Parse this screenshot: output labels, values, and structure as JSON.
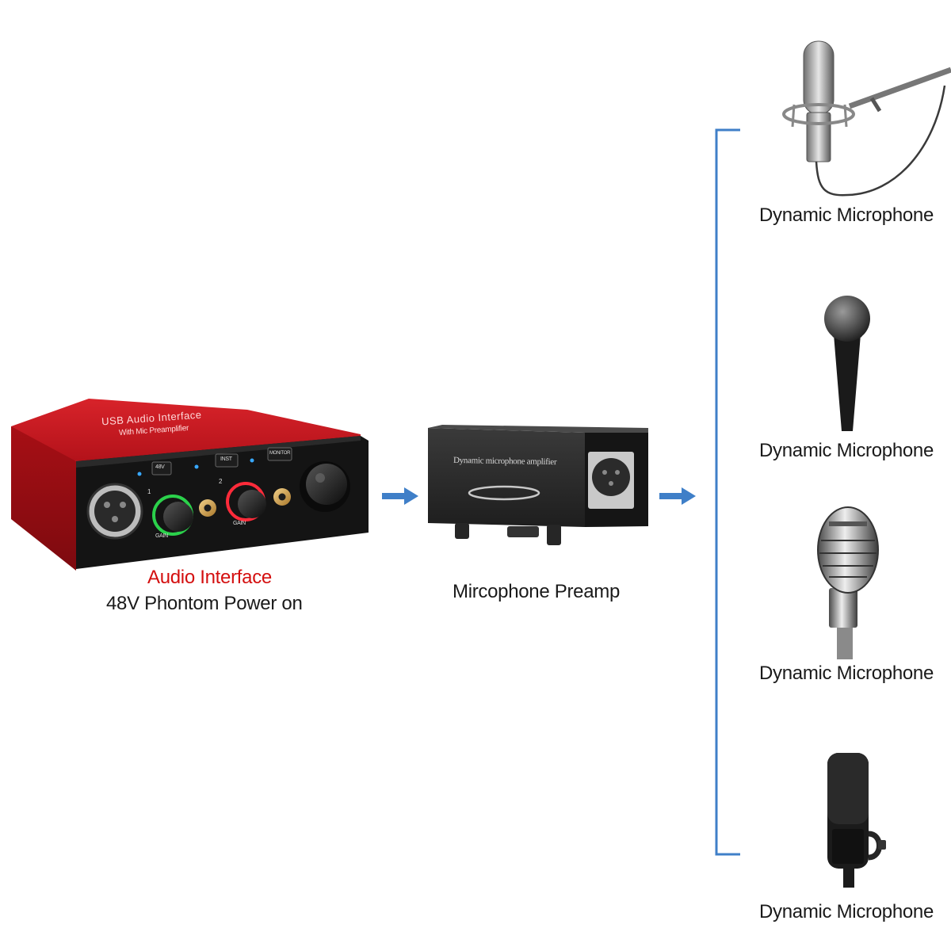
{
  "colors": {
    "accent_blue": "#3f7fc8",
    "interface_red": "#b8141a",
    "interface_title_red": "#d40f0f",
    "text": "#1a1a1a"
  },
  "audio_interface": {
    "device_top_text_line1": "USB Audio Interface",
    "device_top_text_line2": "With Mic Preamplifier",
    "button_48v": "48V",
    "button_inst": "INST",
    "button_monitor": "MONITOR",
    "channel_1": "1",
    "channel_2": "2",
    "gain_label": "GAIN",
    "title": "Audio Interface",
    "subtitle": "48V Phontom Power on"
  },
  "preamp": {
    "device_text": "Dynamic microphone amplifier",
    "label": "Mircophone Preamp"
  },
  "microphones": [
    {
      "label": "Dynamic Microphone",
      "icon": "studio-condenser-mic-icon"
    },
    {
      "label": "Dynamic Microphone",
      "icon": "handheld-mic-icon"
    },
    {
      "label": "Dynamic Microphone",
      "icon": "vintage-mic-icon"
    },
    {
      "label": "Dynamic Microphone",
      "icon": "podcast-mic-icon"
    }
  ]
}
